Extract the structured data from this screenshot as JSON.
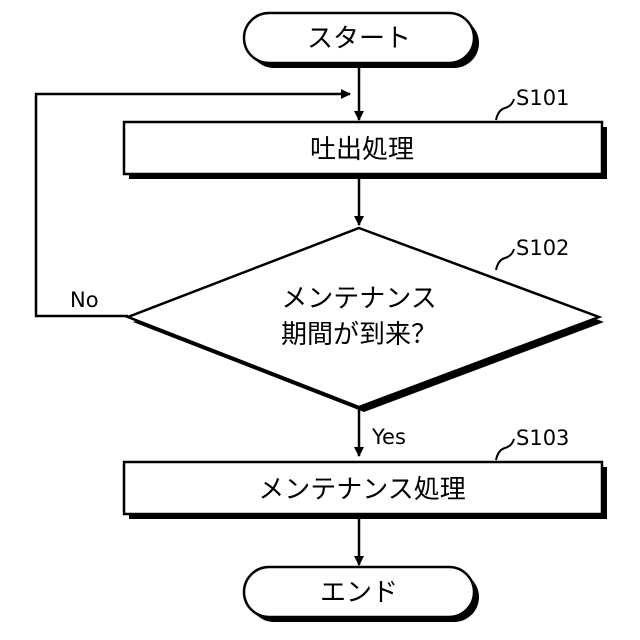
{
  "flowchart": {
    "start": {
      "label": "スタート"
    },
    "step_s101": {
      "id": "S101",
      "label": "吐出処理"
    },
    "decision_s102": {
      "id": "S102",
      "line1": "メンテナンス",
      "line2": "期間が到来？"
    },
    "step_s103": {
      "id": "S103",
      "label": "メンテナンス処理"
    },
    "end": {
      "label": "エンド"
    },
    "branches": {
      "no": "No",
      "yes": "Yes"
    }
  }
}
